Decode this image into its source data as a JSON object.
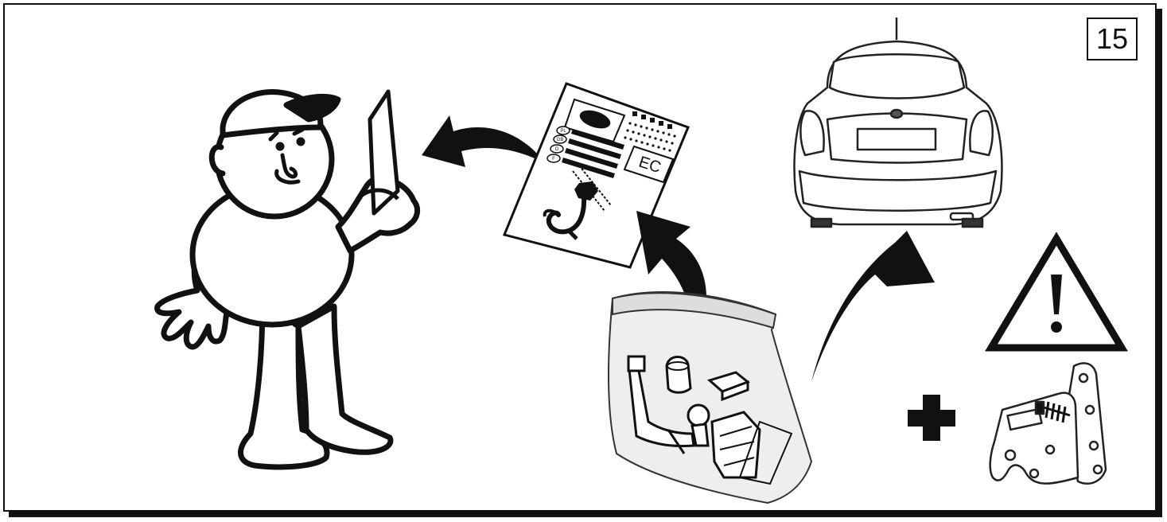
{
  "step": {
    "number": "15"
  },
  "document": {
    "language_codes": [
      "PL",
      "GB",
      "D",
      "F"
    ],
    "certification_mark": "EC"
  },
  "icons": [
    "mechanic-figure-icon",
    "instruction-document-icon",
    "parts-bag-icon",
    "car-rear-icon",
    "warning-triangle-icon",
    "plus-icon",
    "mounting-bracket-icon"
  ],
  "colors": {
    "ink": "#111111",
    "paper": "#ffffff",
    "bag": "#eeeeee"
  }
}
